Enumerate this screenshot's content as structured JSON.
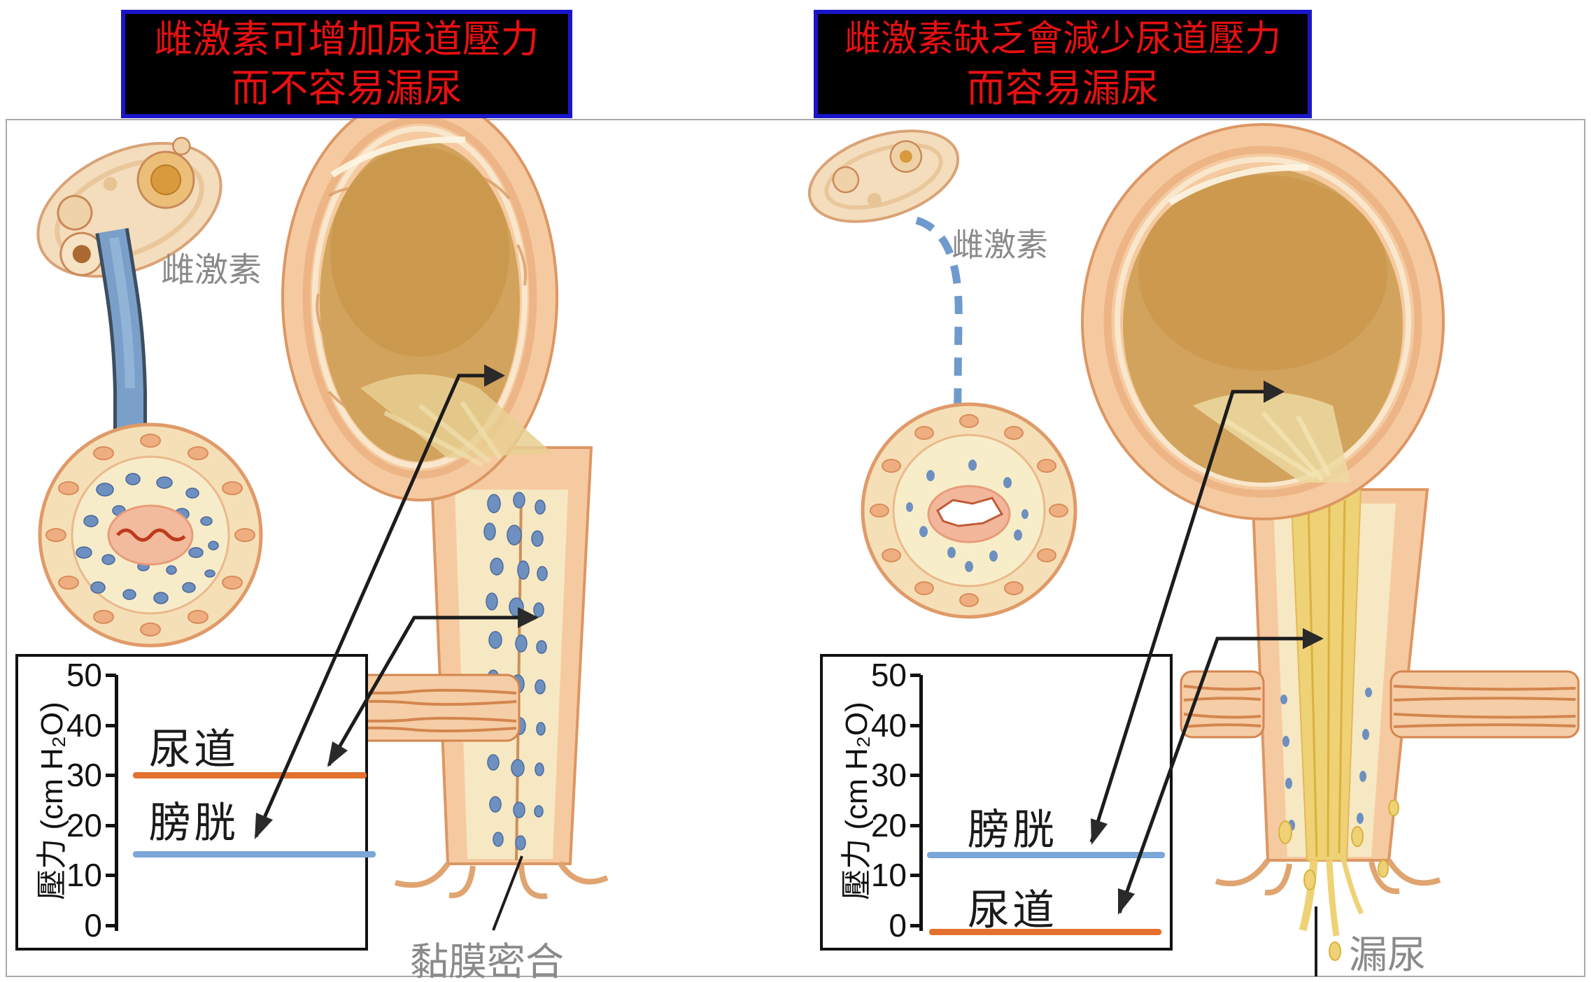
{
  "titles": {
    "left": {
      "line1": "雌激素可增加尿道壓力",
      "line2": "而不容易漏尿"
    },
    "right": {
      "line1": "雌激素缺乏會減少尿道壓力",
      "line2": "而容易漏尿"
    }
  },
  "labels": {
    "left_estrogen": "雌激素",
    "right_estrogen": "雌激素",
    "left_bottom": "黏膜密合",
    "right_bottom": "漏尿"
  },
  "charts": {
    "left": {
      "y_axis_label": "壓力 (cm H₂O)",
      "yticks": [
        "50",
        "40",
        "30",
        "20",
        "10",
        "0"
      ],
      "series": [
        {
          "name": "尿道",
          "value": 30,
          "color": "#e4702e"
        },
        {
          "name": "膀胱",
          "value": 15,
          "color": "#7aa6d8"
        }
      ]
    },
    "right": {
      "y_axis_label": "壓力 (cm H₂O)",
      "yticks": [
        "50",
        "40",
        "30",
        "20",
        "10",
        "0"
      ],
      "series": [
        {
          "name": "膀胱",
          "value": 15,
          "color": "#7aa6d8"
        },
        {
          "name": "尿道",
          "value": 1,
          "color": "#e4702e"
        }
      ]
    }
  },
  "chart_data": [
    {
      "type": "line",
      "panel": "left",
      "title": "雌激素可增加尿道壓力 而不容易漏尿",
      "xlabel": "",
      "ylabel": "壓力 (cm H₂O)",
      "ylim": [
        0,
        50
      ],
      "yticks": [
        50,
        40,
        30,
        20,
        10,
        0
      ],
      "grid": false,
      "series": [
        {
          "name": "尿道",
          "style": "constant-horizontal",
          "value": 30,
          "color": "#e4702e"
        },
        {
          "name": "膀胱",
          "style": "constant-horizontal",
          "value": 15,
          "color": "#7aa6d8"
        }
      ]
    },
    {
      "type": "line",
      "panel": "right",
      "title": "雌激素缺乏會減少尿道壓力 而容易漏尿",
      "xlabel": "",
      "ylabel": "壓力 (cm H₂O)",
      "ylim": [
        0,
        50
      ],
      "yticks": [
        50,
        40,
        30,
        20,
        10,
        0
      ],
      "grid": false,
      "series": [
        {
          "name": "膀胱",
          "style": "constant-horizontal",
          "value": 15,
          "color": "#7aa6d8"
        },
        {
          "name": "尿道",
          "style": "constant-horizontal",
          "value": 1,
          "color": "#e4702e"
        }
      ]
    }
  ],
  "colors": {
    "title_text": "#e81010",
    "title_border": "#1a16c8",
    "title_background": "#000000",
    "annotation_gray": "#8a8a8a",
    "urethra_line": "#e4702e",
    "bladder_line": "#7aa6d8",
    "estrogen_arrow_blue": "#7aa0ca",
    "frame_gray": "#a9a9a9"
  }
}
